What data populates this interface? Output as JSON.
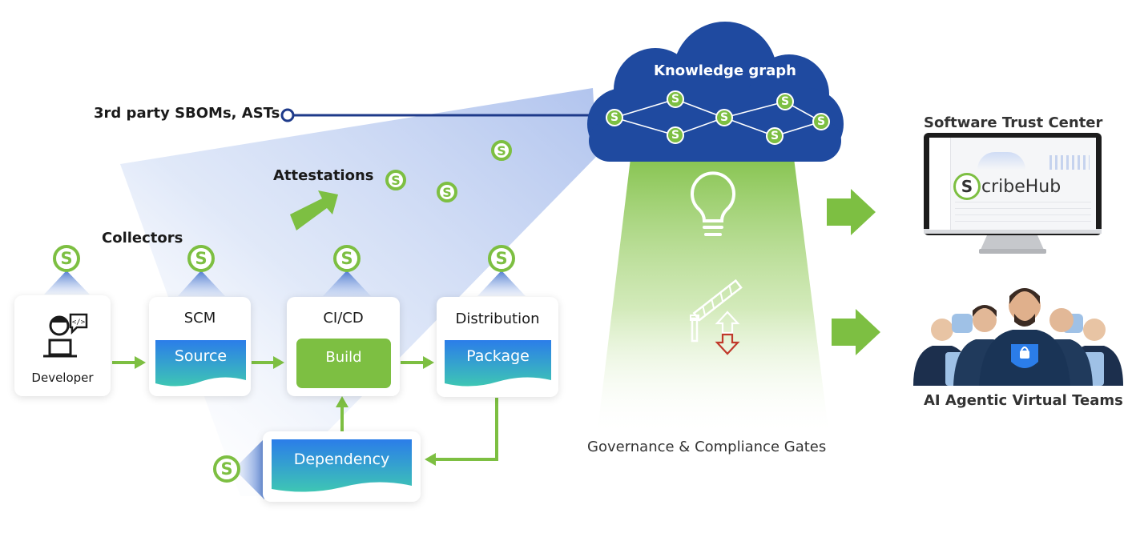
{
  "labels": {
    "third_party": "3rd party SBOMs, ASTs",
    "attestations": "Attestations",
    "collectors": "Collectors",
    "knowledge_graph": "Knowledge graph",
    "governance": "Governance & Compliance Gates",
    "trust_center": "Software Trust Center",
    "ai_teams": "AI Agentic Virtual Teams",
    "scribehub": "cribeHub",
    "scribehub_s": "S"
  },
  "pipeline": {
    "developer": "Developer",
    "scm": "SCM",
    "source": "Source",
    "cicd": "CI/CD",
    "build": "Build",
    "distribution": "Distribution",
    "package": "Package",
    "dependency": "Dependency"
  },
  "badge_letter": "S",
  "colors": {
    "green": "#7dbf42",
    "navy": "#1e3a8a",
    "cloud": "#1f4aa0",
    "doc_top": "#2b7de9",
    "doc_bottom": "#3ec6b4",
    "beam": "#c9d6f3",
    "gate_red": "#c0392b"
  }
}
